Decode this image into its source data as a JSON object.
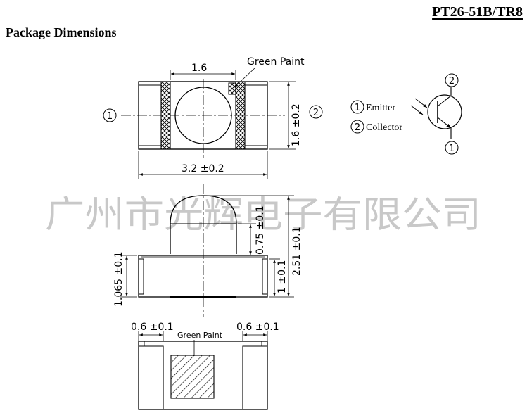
{
  "header": {
    "part_number": "PT26-51B/TR8",
    "section_title": "Package Dimensions"
  },
  "top_view": {
    "green_paint_label": "Green Paint",
    "width_dim": "1.6",
    "height_dim": "1.6 ±0.2",
    "length_dim": "3.2 ±0.2",
    "pin_left": "1",
    "pin_right": "2"
  },
  "pin_legend": {
    "emitter_num": "1",
    "emitter_label": "Emitter",
    "collector_num": "2",
    "collector_label": "Collector",
    "symbol_top_num": "2",
    "symbol_bottom_num": "1"
  },
  "side_view": {
    "lens_height_dim": "0.75 ±0.1",
    "total_height_dim": "2.51 ±0.1",
    "body_height_dim": "1.065 ±0.1",
    "pad_height_dim": "1 ±0.1"
  },
  "bottom_view": {
    "left_pad_dim": "0.6 ±0.1",
    "right_pad_dim": "0.6 ±0.1",
    "green_paint_label": "Green Paint"
  },
  "watermark": "广州市光辉电子有限公司"
}
